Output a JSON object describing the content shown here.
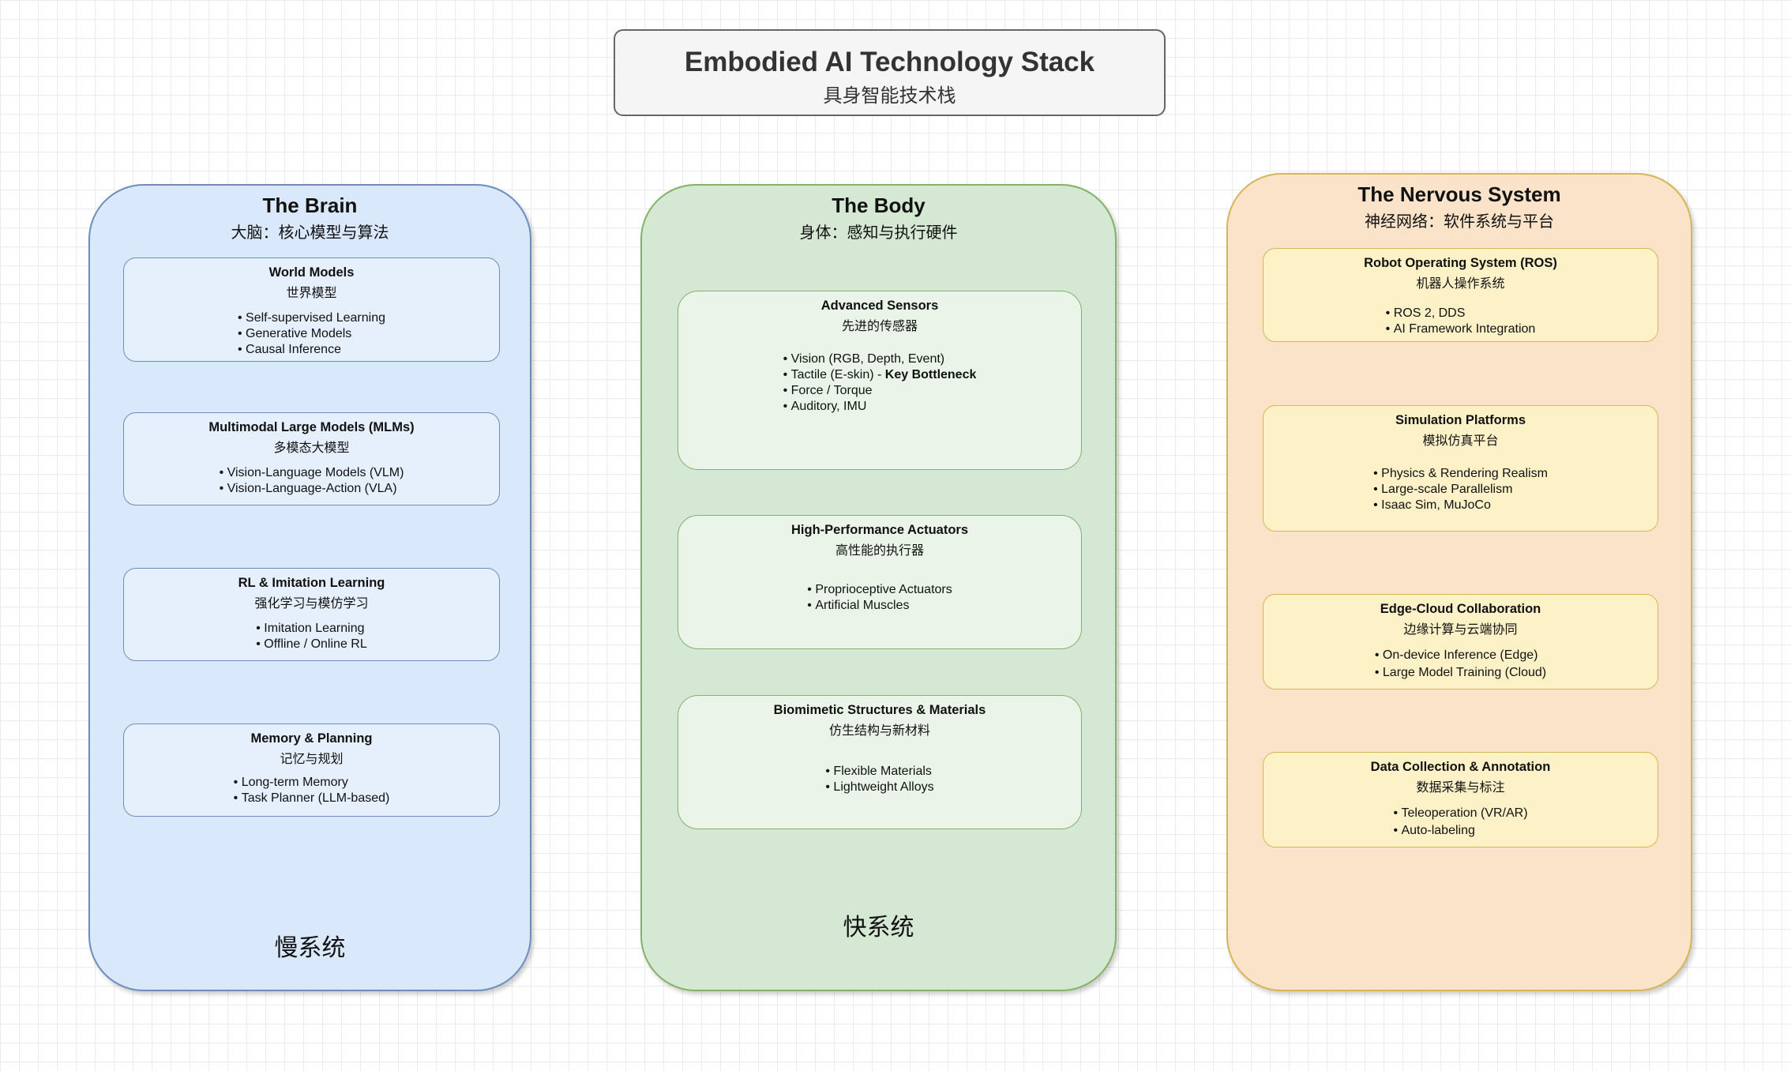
{
  "title": {
    "main": "Embodied AI Technology Stack",
    "sub": "具身智能技术栈"
  },
  "brain": {
    "title": "The Brain",
    "subtitle": "大脑：核心模型与算法",
    "footer": "慢系统",
    "cards": [
      {
        "title": "World Models",
        "subtitle": "世界模型",
        "items": [
          "Self-supervised Learning",
          "Generative Models",
          "Causal Inference"
        ]
      },
      {
        "title": "Multimodal Large Models (MLMs)",
        "subtitle": "多模态大模型",
        "items": [
          "Vision-Language Models (VLM)",
          "Vision-Language-Action (VLA)"
        ]
      },
      {
        "title": "RL & Imitation Learning",
        "subtitle": "强化学习与模仿学习",
        "items": [
          "Imitation Learning",
          "Offline / Online RL"
        ]
      },
      {
        "title": "Memory & Planning",
        "subtitle": "记忆与规划",
        "items": [
          "Long-term Memory",
          "Task Planner (LLM-based)"
        ]
      }
    ]
  },
  "body": {
    "title": "The Body",
    "subtitle": "身体：感知与执行硬件",
    "footer": "快系统",
    "cards": [
      {
        "title": "Advanced Sensors",
        "subtitle": "先进的传感器",
        "items": [
          "Vision (RGB, Depth, Event)",
          "Tactile (E-skin) - ",
          "Force / Torque",
          "Auditory, IMU"
        ],
        "emphasis": "Key Bottleneck"
      },
      {
        "title": "High-Performance Actuators",
        "subtitle": "高性能的执行器",
        "items": [
          "Proprioceptive Actuators",
          "Artificial Muscles"
        ]
      },
      {
        "title": "Biomimetic Structures & Materials",
        "subtitle": "仿生结构与新材料",
        "items": [
          "Flexible Materials",
          "Lightweight Alloys"
        ]
      }
    ]
  },
  "nervous": {
    "title": "The Nervous System",
    "subtitle": "神经网络：软件系统与平台",
    "cards": [
      {
        "title": "Robot Operating System (ROS)",
        "subtitle": "机器人操作系统",
        "items": [
          "ROS 2, DDS",
          "AI Framework Integration"
        ]
      },
      {
        "title": "Simulation Platforms",
        "subtitle": "模拟仿真平台",
        "items": [
          "Physics & Rendering Realism",
          "Large-scale Parallelism",
          "Isaac Sim, MuJoCo"
        ]
      },
      {
        "title": "Edge-Cloud Collaboration",
        "subtitle": "边缘计算与云端协同",
        "items": [
          "On-device Inference (Edge)",
          "Large Model Training (Cloud)"
        ]
      },
      {
        "title": "Data Collection & Annotation",
        "subtitle": "数据采集与标注",
        "items": [
          "Teleoperation (VR/AR)",
          "Auto-labeling"
        ]
      }
    ]
  }
}
